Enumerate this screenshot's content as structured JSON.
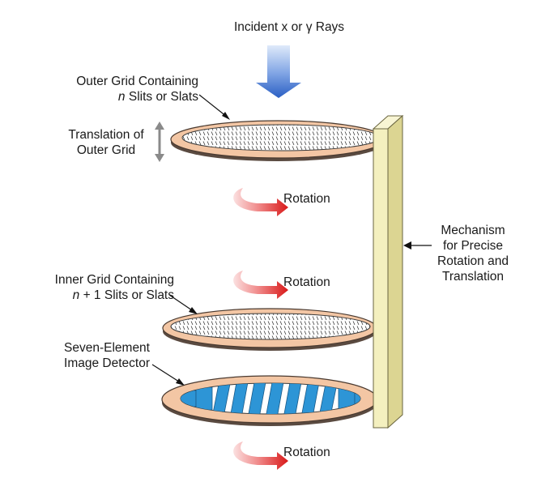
{
  "labels": {
    "incident": {
      "pre": "Incident x or ",
      "symbol": "γ",
      "post": " Rays"
    },
    "outer_grid": {
      "line1": "Outer Grid Containing",
      "line2_italic": "n",
      "line2_rest": " Slits or Slats"
    },
    "translation": {
      "line1": "Translation of",
      "line2": "Outer Grid"
    },
    "rotation_1": "Rotation",
    "rotation_2": "Rotation",
    "rotation_3": "Rotation",
    "inner_grid": {
      "line1": "Inner Grid Containing",
      "line2_italic": "n",
      "line2_rest": " + 1 Slits or Slats"
    },
    "detector": {
      "line1": "Seven-Element",
      "line2": "Image Detector"
    },
    "mechanism": {
      "line1": "Mechanism",
      "line2": "for Precise",
      "line3": "Rotation and",
      "line4": "Translation"
    }
  },
  "colors": {
    "ring_fill": "#f3c6a4",
    "ring_stroke": "#4a3a30",
    "grid_inner": "#ffffff",
    "slat": "#333333",
    "detector_blue": "#2d95d6",
    "arrow_blue_top": "#cfe0f5",
    "arrow_blue_bottom": "#2a63c6",
    "rotation_red": "#dd1c1c",
    "rotation_light": "#f7c5c5",
    "post_fill": "#f4f0bf",
    "post_side": "#e4dea0",
    "translation_gray": "#8a8a8a",
    "leader": "#111111"
  },
  "elements": {
    "detector_element_count": 7,
    "inner_grid_slits": "n + 1",
    "outer_grid_slits": "n"
  }
}
